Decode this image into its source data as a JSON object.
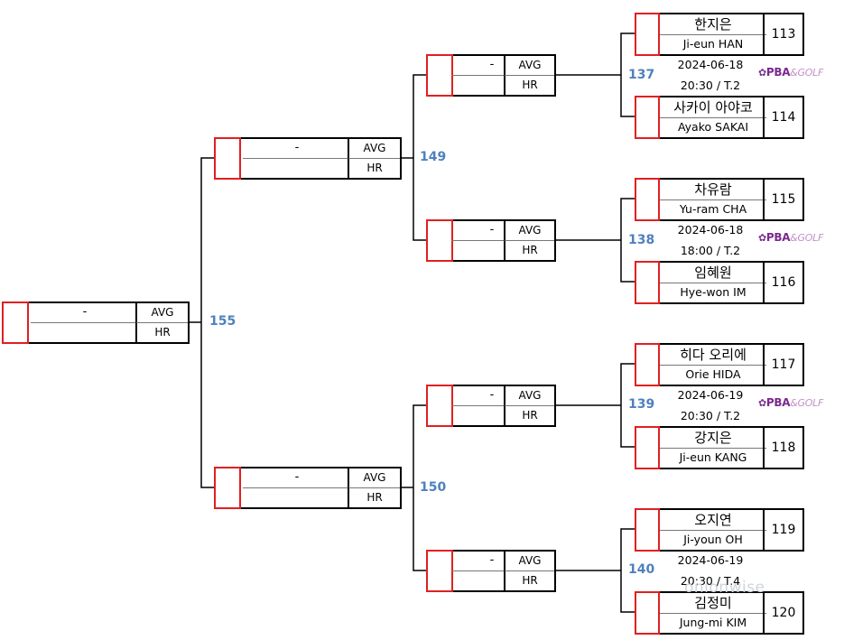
{
  "slot_labels": {
    "dash": "-",
    "avg": "AVG",
    "hr": "HR"
  },
  "match_numbers": [
    "137",
    "138",
    "139",
    "140",
    "149",
    "150",
    "155"
  ],
  "players": [
    {
      "kor": "한지은",
      "eng": "Ji-eun HAN",
      "num": "113"
    },
    {
      "kor": "사카이 아야코",
      "eng": "Ayako SAKAI",
      "num": "114"
    },
    {
      "kor": "차유람",
      "eng": "Yu-ram CHA",
      "num": "115"
    },
    {
      "kor": "임혜원",
      "eng": "Hye-won IM",
      "num": "116"
    },
    {
      "kor": "히다 오리에",
      "eng": "Orie HIDA",
      "num": "117"
    },
    {
      "kor": "강지은",
      "eng": "Ji-eun KANG",
      "num": "118"
    },
    {
      "kor": "오지연",
      "eng": "Ji-youn OH",
      "num": "119"
    },
    {
      "kor": "김정미",
      "eng": "Jung-mi KIM",
      "num": "120"
    }
  ],
  "schedules": [
    {
      "date": "2024-06-18",
      "time": "20:30 / T.2",
      "broadcast": true
    },
    {
      "date": "2024-06-18",
      "time": "18:00 / T.2",
      "broadcast": true
    },
    {
      "date": "2024-06-19",
      "time": "20:30 / T.2",
      "broadcast": true
    },
    {
      "date": "2024-06-19",
      "time": "20:30 / T.4",
      "broadcast": false
    }
  ],
  "broadcast_logo": {
    "pba": "PBA",
    "amp": "&",
    "golf": "GOLF"
  },
  "watermark": "onionwise",
  "colors": {
    "bracket_red": "#e02020",
    "match_blue": "#4f81bd",
    "line": "#000000"
  }
}
